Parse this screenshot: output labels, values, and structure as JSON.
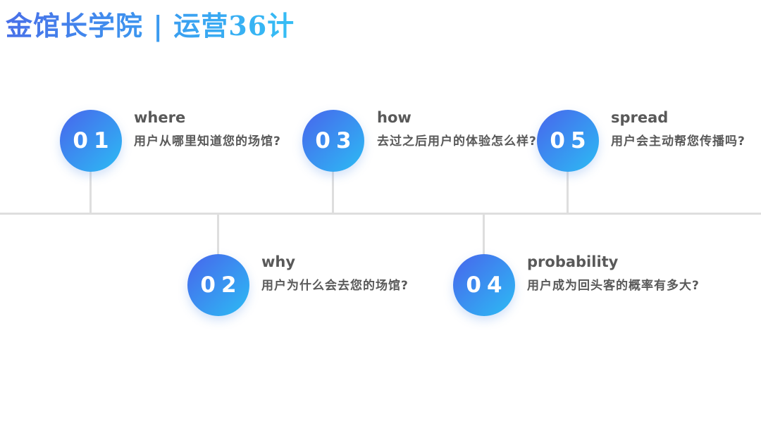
{
  "slide": {
    "title": "金馆长学院 | 运营36计"
  },
  "steps": [
    {
      "number": "01",
      "label": "where",
      "question": "用户从哪里知道您的场馆?"
    },
    {
      "number": "02",
      "label": "why",
      "question": "用户为什么会去您的场馆?"
    },
    {
      "number": "03",
      "label": "how",
      "question": "去过之后用户的体验怎么样?"
    },
    {
      "number": "04",
      "label": "probability",
      "question": "用户成为回头客的概率有多大?"
    },
    {
      "number": "05",
      "label": "spread",
      "question": "用户会主动帮您传播吗?"
    }
  ],
  "colors": {
    "title-gradient-start": "#4a6ee8",
    "title-gradient-end": "#35c0f5",
    "circle-gradient-start": "#4865ec",
    "circle-gradient-end": "#2cbcf4",
    "line-color": "#dedede",
    "text-color": "#595959",
    "number-color": "#ffffff"
  }
}
